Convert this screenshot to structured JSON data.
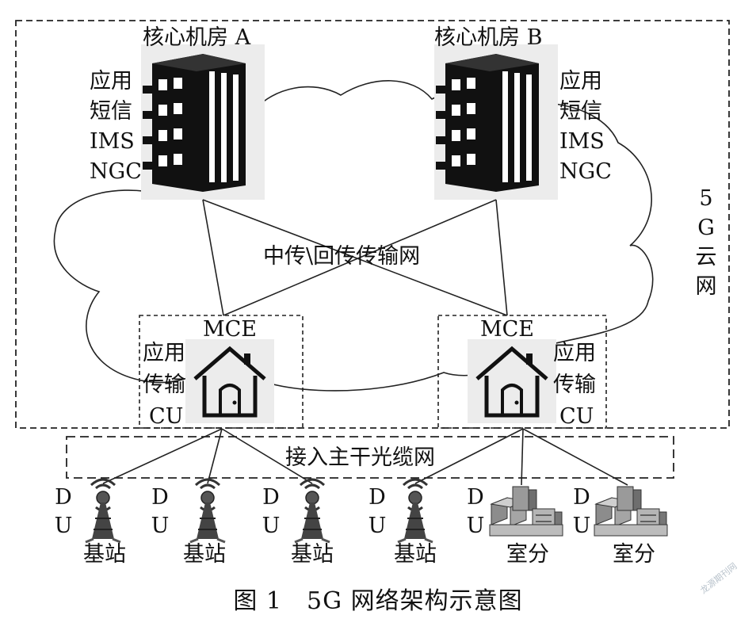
{
  "core_a": {
    "title": "核心机房 A",
    "services": [
      "应用",
      "短信",
      "IMS",
      "NGC"
    ]
  },
  "core_b": {
    "title": "核心机房 B",
    "services": [
      "应用",
      "短信",
      "IMS",
      "NGC"
    ]
  },
  "cloud_label": [
    "5",
    "G",
    "云",
    "网"
  ],
  "transport_label": "中传\\回传传输网",
  "mce_left": {
    "title": "MCE",
    "services": [
      "应用",
      "传输",
      "CU"
    ]
  },
  "mce_right": {
    "title": "MCE",
    "services": [
      "应用",
      "传输",
      "CU"
    ]
  },
  "access_label": "接入主干光缆网",
  "sites": [
    {
      "du": [
        "D",
        "U"
      ],
      "label": "基站",
      "icon": "base-station-icon"
    },
    {
      "du": [
        "D",
        "U"
      ],
      "label": "基站",
      "icon": "base-station-icon"
    },
    {
      "du": [
        "D",
        "U"
      ],
      "label": "基站",
      "icon": "base-station-icon"
    },
    {
      "du": [
        "D",
        "U"
      ],
      "label": "基站",
      "icon": "base-station-icon"
    },
    {
      "du": [
        "D",
        "U"
      ],
      "label": "室分",
      "icon": "indoor-distribution-icon"
    },
    {
      "du": [
        "D",
        "U"
      ],
      "label": "室分",
      "icon": "indoor-distribution-icon"
    }
  ],
  "caption": "图 1　5G 网络架构示意图",
  "watermark": "龙源期刊网"
}
